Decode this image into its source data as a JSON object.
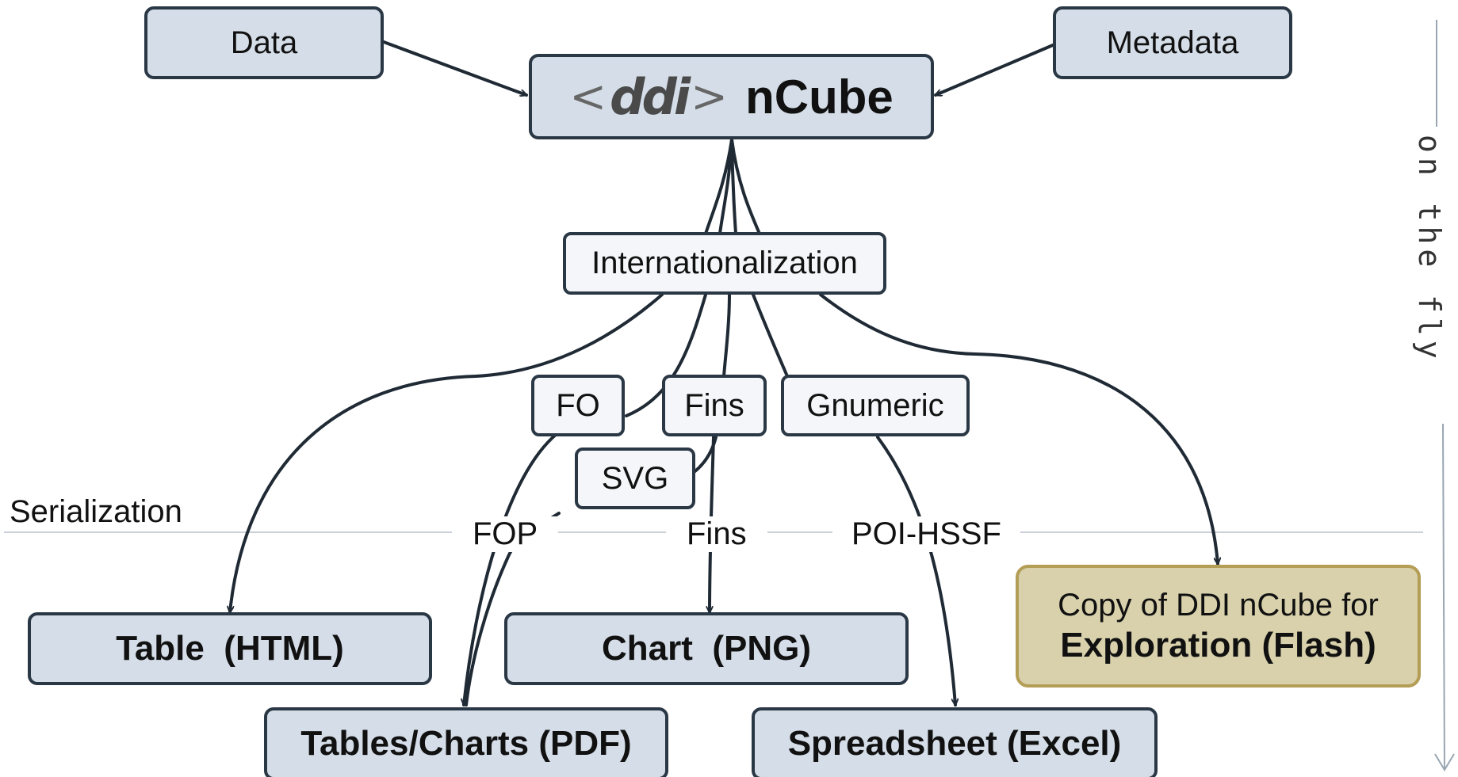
{
  "nodes": {
    "data": "Data",
    "metadata": "Metadata",
    "ncube": {
      "logo_open": "<",
      "logo_text": "ddi",
      "logo_close": ">",
      "title": "nCube"
    },
    "internationalization": "Internationalization",
    "fo": "FO",
    "fins_top": "Fins",
    "gnumeric": "Gnumeric",
    "svg": "SVG",
    "table_html": "Table  (HTML)",
    "chart_png": "Chart  (PNG)",
    "tables_charts_pdf": "Tables/Charts (PDF)",
    "spreadsheet_excel": "Spreadsheet (Excel)",
    "copy_exploration": {
      "line1": "Copy of DDI nCube for",
      "line2": "Exploration (Flash)"
    }
  },
  "serialization": {
    "title": "Serialization",
    "fop": "FOP",
    "fins": "Fins",
    "poi_hssf": "POI-HSSF"
  },
  "side_label": "on the fly",
  "colors": {
    "box_fill": "#d5dee8",
    "box_border": "#2a3744",
    "highlight_fill": "#d8d1ac",
    "highlight_border": "#b49d55",
    "line": "#1f2a35",
    "guide": "#b8c0c8"
  }
}
